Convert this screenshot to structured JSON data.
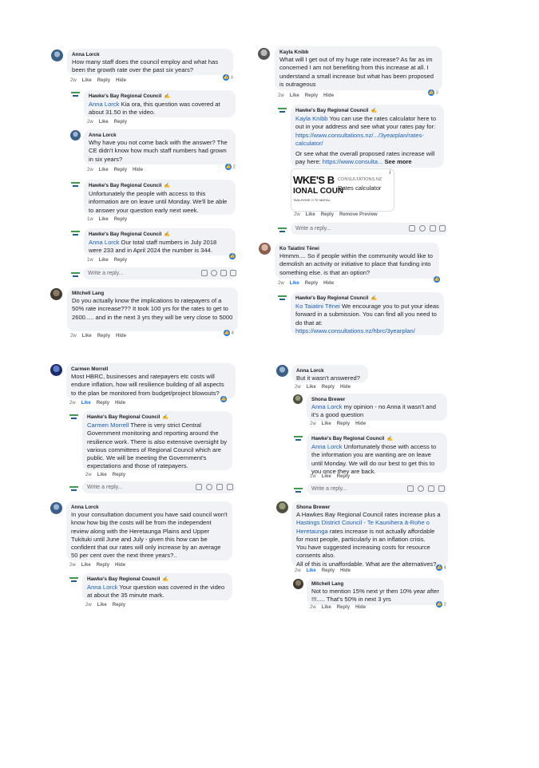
{
  "common": {
    "like": "Like",
    "reply": "Reply",
    "hide": "Hide",
    "remove_preview": "Remove Preview",
    "write_reply_placeholder": "Write a reply...",
    "page_badge": "✍",
    "like_icon": "thumb-up-icon"
  },
  "threads": {
    "t1": {
      "c1": {
        "name": "Anna Lorck",
        "text": "How many staff does the council employ and what has been the growth rate over the past six years?",
        "time": "2w",
        "reactions": "3"
      },
      "r1": {
        "name": "Hawke's Bay Regional Council",
        "mention": "Anna Lorck",
        "text": " Kia ora, this question was covered at about 31.50 in the video.",
        "time": "2w"
      },
      "c2": {
        "name": "Anna Lorck",
        "text": "Why have you not come back with the answer? The CE didn't know how much staff numbers had grown in six years?",
        "time": "2w",
        "reactions": "2"
      },
      "r2": {
        "name": "Hawke's Bay Regional Council",
        "text": "Unfortunately the people with access to this information are on leave until Monday. We'll be able to answer your question early next week.",
        "time": "1w"
      },
      "r3": {
        "name": "Hawke's Bay Regional Council",
        "mention": "Anna Lorck",
        "text": " Our total staff numbers in July 2018 were 233 and in April 2024 the number is 344.",
        "time": "1w"
      },
      "c3": {
        "name": "Mitchell Lang",
        "text": "Do you actually know the implications to ratepayers of a 50% rate increase??? It took 100 yrs for the rates to get to 2600..... and in the next 3 yrs they will be very close to 5000",
        "time": "2w",
        "reactions": "4"
      }
    },
    "t2": {
      "c1": {
        "name": "Kayla Knibb",
        "text": "What will I get out of my huge rate increase? As far as im concerned I am not benefiting from this increase at all. I understand a small increase but what has been proposed is outrageous",
        "time": "2w",
        "reactions": "3"
      },
      "r1": {
        "name": "Hawke's Bay Regional Council",
        "mention": "Kayla Knibb",
        "text": " You can use the rates calculator here to out in your address and see what your rates pay for: ",
        "link": "https://www.consultations.nz/.../3yearplan/rates-calculator/",
        "text2": "Or see what the overall proposed rates increase will pay here: ",
        "link2": "https://www.consulta...",
        "see_more": " See more",
        "time": "2w"
      },
      "card": {
        "site": "CONSULTATIONS.NZ",
        "title": "Rates calculator",
        "thumb_line1": "WKE'S B",
        "thumb_line2": "IONAL COUN",
        "thumb_line3": "TAIA-ROHE O TE MATAU",
        "info": "i"
      },
      "c2": {
        "name": "Ko Taiatini Tēnei",
        "text": "Hmmm.... So if people within the community would like to demolish an activity or initiative to place that funding into something else. is that an option?",
        "time": "2w",
        "reactions": ""
      },
      "r2": {
        "name": "Hawke's Bay Regional Council",
        "mention": "Ko Taiatini Tēnei",
        "text": " We encourage you to put your ideas forward in a submission. You can find all you need to do that at: ",
        "link": "https://www.consultations.nz/hbrc/3yearplan/"
      }
    },
    "t3": {
      "c1": {
        "name": "Carmen Morrell",
        "text": "Most HBRC, businesses and ratepayers etc costs will endure inflation, how will resilience building of all aspects to the plan be monitored from budget/project blowouts?",
        "time": "2w",
        "reactions": ""
      },
      "r1": {
        "name": "Hawke's Bay Regional Council",
        "mention": "Carmen Morrell",
        "text": " There is very strict Central Government monitoring and reporting around the resilience work. There is also extensive oversight by various committees of Regional Council which are public. We will be meeting the Government's expectations and those of ratepayers.",
        "time": "2w"
      },
      "c2": {
        "name": "Anna Lorck",
        "text": "In your consultation document you have said council won't know how big the costs will be from the independent review along with the Heretaunga Plains and Upper Tukituki until June and July - given this how can be confident that our rates will only increase by an average 50 per cent over the next three years?..",
        "time": "2w"
      },
      "r2": {
        "name": "Hawke's Bay Regional Council",
        "mention": "Anna Lorck",
        "text": " Your question was covered in the video at about the 35 minute mark.",
        "time": "2w"
      }
    },
    "t4": {
      "c1": {
        "name": "Anna Lorck",
        "text": "But it wasn't answered?",
        "time": "2w"
      },
      "r1": {
        "name": "Shona Brewer",
        "mention": "Anna Lorck",
        "text": " my opinion - no Anna it wasn't and it's a good question",
        "time": "2w"
      },
      "r2": {
        "name": "Hawke's Bay Regional Council",
        "mention": "Anna Lorck",
        "text": " Unfortunately those with access to the information you are wanting are on leave until Monday. We will do our best to get this to you once they are back.",
        "time": "1w"
      },
      "c2": {
        "name": "Shona Brewer",
        "text_a": "A Hawkes Bay Regional Council rates increase plus a ",
        "mention": "Hastings District Council - Te Kaunihera ā-Rohe o Heretaunga",
        "text_b": " rates increase is not actually affordable for most people, particularly in an inflation crisis.",
        "text_c": "You have suggested increasing costs for resource consents also.",
        "text_d": "All of this is unaffordable. What are the alternatives?",
        "time": "2w",
        "reactions": "4"
      },
      "r3": {
        "name": "Mitchell Lang",
        "text": "Not to mention 15% next yr then 10% year after !!!..... That's 50% in next 3 yrs",
        "time": "2w",
        "reactions": "2"
      }
    }
  }
}
